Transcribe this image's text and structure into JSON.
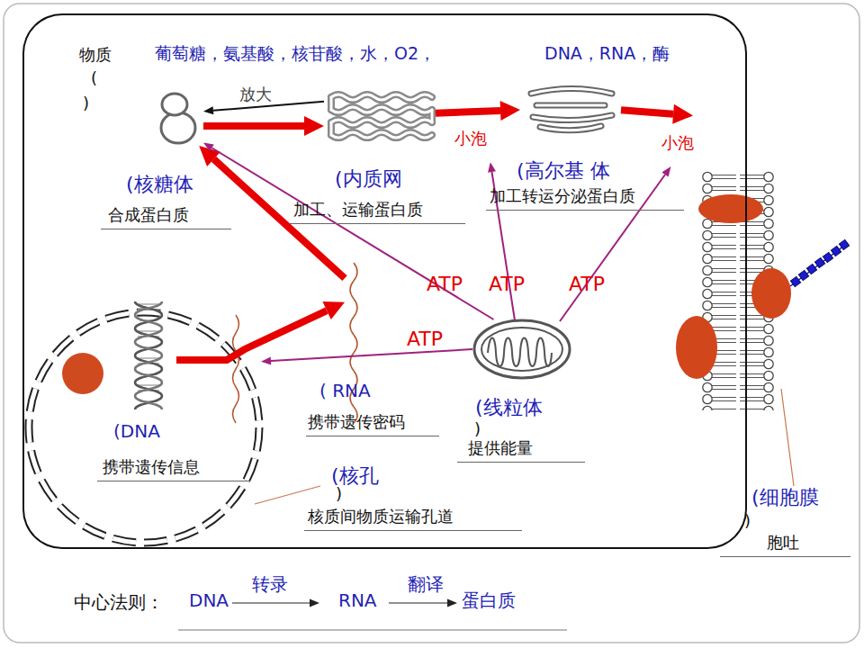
{
  "diagram": {
    "nodes": [
      {
        "text": [
          "物质",
          "(",
          ")",
          "葡萄糖，氨基酸，核苷酸，水，O2，",
          "DNA，RNA，酶"
        ]
      },
      {
        "text": [
          "(核糖体",
          "合成蛋白质"
        ],
        "in": 0
      },
      {
        "text": [
          "(内质网",
          "加工、运输蛋白质"
        ],
        "in": 0
      },
      {
        "text": [
          "(高尔基 体",
          "加工转运分泌蛋白质"
        ],
        "in": 0
      },
      {
        "text": [
          "(核孔",
          ")",
          "核质间物质运输孔道"
        ],
        "in": 0
      },
      {
        "text": [
          "(DNA",
          "携带遗传信息"
        ],
        "in": 4
      },
      {
        "text": [
          "( RNA",
          "携带遗传密码"
        ],
        "in": 0
      },
      {
        "text": [
          "(线粒体",
          ")",
          "提供能量"
        ],
        "in": 0
      },
      {
        "text": [
          "(细胞膜",
          ")",
          "胞吐"
        ]
      }
    ],
    "edges": [
      {
        "from": 1,
        "to": 2,
        "arrow": "to"
      },
      {
        "from": 2,
        "to": 1,
        "arrow": "to",
        "label": "放大"
      },
      {
        "from": 2,
        "to": 3,
        "arrow": "to",
        "label": "小泡"
      },
      {
        "from": 3,
        "to": 8,
        "arrow": "to",
        "label": "小泡"
      },
      {
        "from": 5,
        "to": 6,
        "arrow": "to"
      },
      {
        "from": 6,
        "to": 1,
        "arrow": "to"
      },
      {
        "from": 7,
        "to": 1,
        "arrow": "to",
        "label": "ATP"
      },
      {
        "from": 7,
        "to": 4,
        "arrow": "to",
        "label": "ATP"
      }
    ],
    "labels": [
      "ATP",
      "ATP",
      "中心法则：",
      "DNA",
      "转录",
      "RNA",
      "翻译",
      "蛋白质"
    ]
  }
}
